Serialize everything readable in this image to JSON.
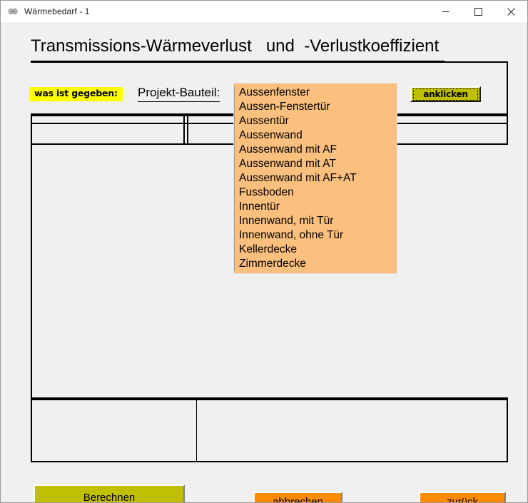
{
  "window": {
    "title": "Wärmebedarf - 1",
    "icon": "gears-icon",
    "controls": {
      "minimize": "–",
      "maximize": "☐",
      "close": "✕"
    }
  },
  "page": {
    "heading": "Transmissions-Wärmeverlust   und  -Verlustkoeffizient"
  },
  "form": {
    "given_tag": "was ist gegeben:",
    "bauteil_label": "Projekt-Bauteil:",
    "confirm_button": "anklicken"
  },
  "dropdown": {
    "name": "projekt-bauteil-dropdown",
    "open": true,
    "selected": "Aussenfenster",
    "background_color": "#fbbf7e",
    "options": [
      "Aussenfenster",
      "Aussen-Fenstertür",
      "Aussentür",
      "Aussenwand",
      "Aussenwand mit AF",
      "Aussenwand mit AT",
      "Aussenwand mit AF+AT",
      "Fussboden",
      "Innentür",
      "Innenwand, mit Tür",
      "Innenwand, ohne Tür",
      "Kellerdecke",
      "Zimmerdecke"
    ]
  },
  "table": {
    "header_cells": [
      "",
      "",
      ""
    ],
    "rows": []
  },
  "result_panel": {
    "left_cell": "",
    "right_cell": ""
  },
  "actions": {
    "calculate": "Berechnen",
    "cancel": "abbrechen",
    "back": "zurück"
  },
  "colors": {
    "accent_yellow": "#ffff00",
    "olive_button": "#c0bf00",
    "orange_button": "#ff8c00",
    "dropdown_peach": "#fbbf7e",
    "window_bg": "#f0f0f0"
  }
}
